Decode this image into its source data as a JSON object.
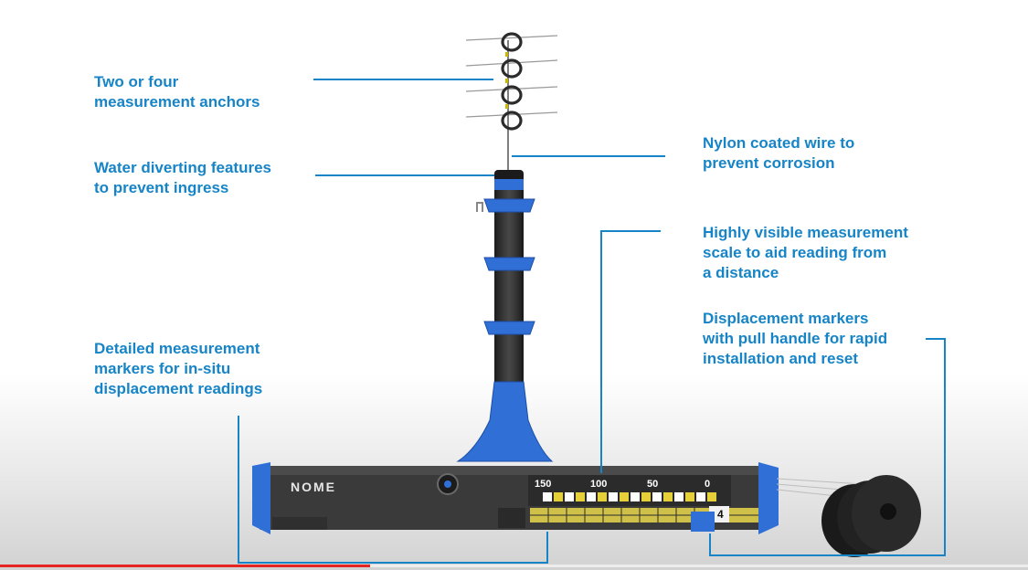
{
  "callouts": {
    "anchors": [
      "Two or four",
      "measurement anchors"
    ],
    "water": [
      "Water diverting features",
      "to prevent ingress"
    ],
    "detailed": [
      "Detailed measurement",
      "markers for in-situ",
      "displacement readings"
    ],
    "nylon": [
      "Nylon coated wire to",
      "prevent corrosion"
    ],
    "scale": [
      "Highly visible measurement",
      "scale to aid reading from",
      "a distance"
    ],
    "markers": [
      "Displacement markers",
      "with pull handle for rapid",
      "installation and reset"
    ]
  },
  "device": {
    "brand": "NOME",
    "scale_labels": [
      "150",
      "100",
      "50",
      "0"
    ],
    "marker_tag": "4"
  },
  "colors": {
    "accent": "#1684c6",
    "device_blue": "#2f6fd6",
    "body": "#3a3a3a",
    "progress": "#e52521"
  },
  "video": {
    "progress_fraction": 0.36
  }
}
